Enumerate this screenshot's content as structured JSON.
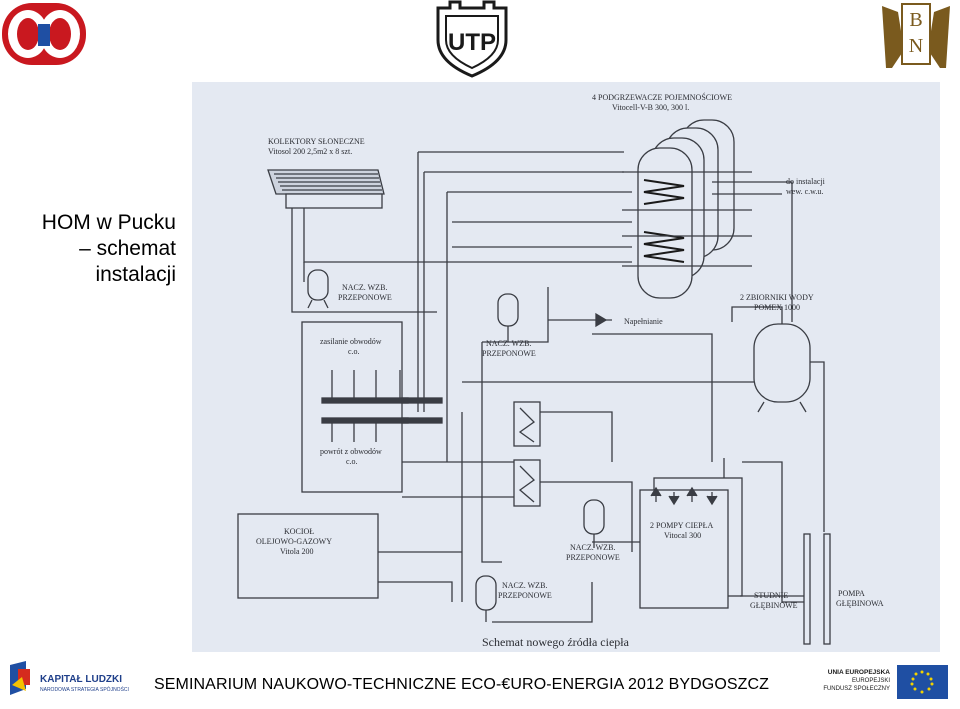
{
  "slide": {
    "title_lines": [
      "HOM w Pucku",
      "– schemat",
      "instalacji"
    ],
    "footer": "SEMINARIUM NAUKOWO-TECHNICZNE  ECO-€URO-ENERGIA 2012  BYDGOSZCZ"
  },
  "logos": {
    "utp": "UTP",
    "bn_b": "B",
    "bn_n": "N",
    "kapital": "KAPITAŁ LUDZKI",
    "kapital_sub": "NARODOWA STRATEGIA SPÓJNOŚCI",
    "ue_title": "UNIA EUROPEJSKA",
    "ue_l2": "EUROPEJSKI",
    "ue_l3": "FUNDUSZ SPOŁECZNY"
  },
  "diagram": {
    "collectors": [
      "KOLEKTORY SŁONECZNE",
      "Vitosol 200    2,5m2 x 8 szt."
    ],
    "storage_heaters": [
      "4 PODGRZEWACZE POJEMNOŚCIOWE",
      "Vitocell-V-B 300,   300 l."
    ],
    "to_install": [
      "do instalacji",
      "wew. c.w.u."
    ],
    "water_tanks": [
      "2 ZBIORNIKI WODY",
      "POMEX 1000"
    ],
    "exp_vessel_1": [
      "NACZ. WZB.",
      "PRZEPONOWE"
    ],
    "exp_vessel_2": [
      "NACZ. WZB.",
      "PRZEPONOWE"
    ],
    "exp_vessel_3": [
      "NACZ. WZB.",
      "PRZEPONOWE"
    ],
    "exp_vessel_4": [
      "NACZ. WZB.",
      "PRZEPONOWE"
    ],
    "filling": "Napełnianie",
    "supply": [
      "zasilanie obwodów",
      "c.o."
    ],
    "return": [
      "powrót z obwodów",
      "c.o."
    ],
    "boiler": [
      "KOCIOŁ",
      "OLEJOWO-GAZOWY",
      "Vitola 200"
    ],
    "heat_pumps": [
      "2  POMPY CIEPŁA",
      "Vitocal 300"
    ],
    "well": [
      "STUDNIE",
      "GŁĘBINOWE"
    ],
    "deep_pump": [
      "POMPA",
      "GŁĘBINOWA"
    ],
    "caption": "Schemat nowego źródła ciepła"
  },
  "colors": {
    "scan_bg": "#e4e9f2",
    "line": "#3a3d44",
    "title": "#000000",
    "utp_red": "#c0121b"
  }
}
